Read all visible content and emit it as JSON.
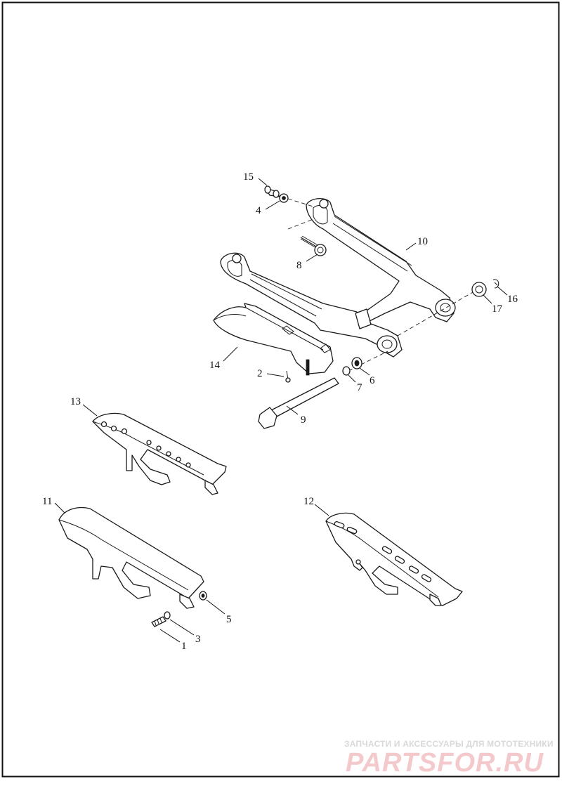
{
  "diagram": {
    "callouts": [
      "1",
      "2",
      "3",
      "4",
      "5",
      "6",
      "7",
      "8",
      "9",
      "10",
      "11",
      "12",
      "13",
      "14",
      "15",
      "16",
      "17"
    ]
  },
  "watermark": {
    "tagline": "ЗАПЧАСТИ И АКСЕССУАРЫ ДЛЯ МОТОТЕХНИКИ",
    "logo": "PARTSFOR.RU"
  }
}
